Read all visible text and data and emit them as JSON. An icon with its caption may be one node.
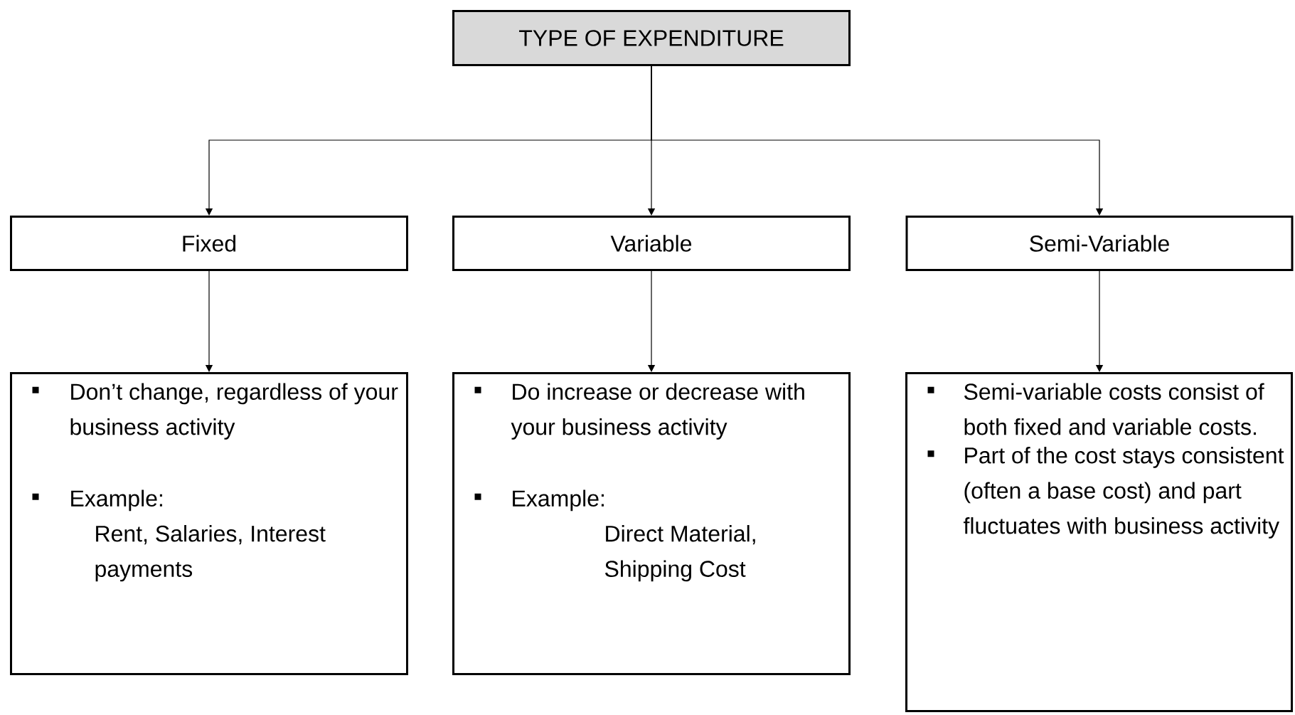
{
  "diagram": {
    "nodes": [
      {
        "text": [
          "TYPE OF EXPENDITURE"
        ]
      },
      {
        "text": [
          "Fixed"
        ]
      },
      {
        "text": [
          "Variable"
        ]
      },
      {
        "text": [
          "Semi-Variable"
        ]
      },
      {
        "text": [
          "Don’t change, regardless of your business activity",
          "Example:",
          "Rent, Salaries, Interest payments"
        ]
      },
      {
        "text": [
          "Do increase or decrease with your business activity",
          "Example:",
          "Direct Material, Shipping Cost"
        ]
      },
      {
        "text": [
          "Semi-variable costs consist of both fixed and variable costs.",
          "Part of the cost stays consistent (often a base cost) and part fluctuates with business activity"
        ]
      }
    ],
    "edges": [
      {
        "from": 0,
        "to": 1,
        "arrow": "to"
      },
      {
        "from": 0,
        "to": 2,
        "arrow": "to"
      },
      {
        "from": 0,
        "to": 3,
        "arrow": "to"
      },
      {
        "from": 1,
        "to": 4,
        "arrow": "to"
      },
      {
        "from": 2,
        "to": 5,
        "arrow": "to"
      },
      {
        "from": 3,
        "to": 6,
        "arrow": "to"
      }
    ]
  }
}
